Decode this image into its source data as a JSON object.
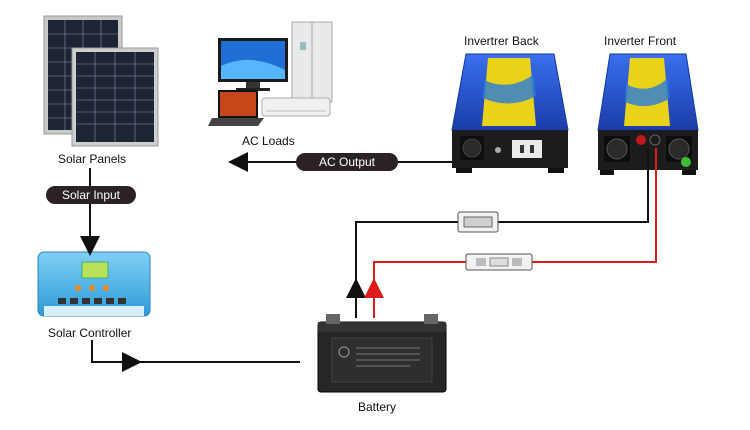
{
  "labels": {
    "solar_panels": "Solar Panels",
    "solar_input": "Solar Input",
    "solar_controller": "Solar Controller",
    "ac_loads": "AC Loads",
    "ac_output": "AC Output",
    "inverter_back": "Invertrer Back",
    "inverter_front": "Inverter Front",
    "battery": "Battery"
  },
  "colors": {
    "background": "#ffffff",
    "pill": "#2b2323",
    "wire_black": "#111111",
    "wire_red": "#e01b1b",
    "inverter_blue": "#1f4bc8",
    "inverter_yellow": "#e8d21a",
    "controller_blue": "#4fb3e8",
    "battery_body": "#2a2a2a"
  }
}
